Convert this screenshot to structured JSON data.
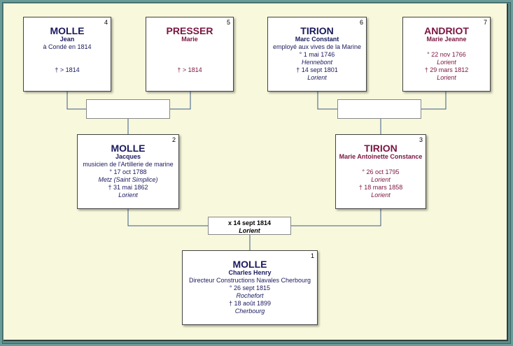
{
  "persons": {
    "p4": {
      "num": "4",
      "surname": "MOLLE",
      "given": "Jean",
      "l1": "à Condé en 1814",
      "death": "† > 1814"
    },
    "p5": {
      "num": "5",
      "surname": "PRESSER",
      "given": "Marie",
      "death": "† > 1814"
    },
    "p6": {
      "num": "6",
      "surname": "TIRION",
      "given": "Marc Constant",
      "occupation": "employé aux vives de la Marine",
      "birth": "° 1 mai 1746",
      "birth_place": "Hennebont",
      "death": "† 14 sept 1801",
      "death_place": "Lorient"
    },
    "p7": {
      "num": "7",
      "surname": "ANDRIOT",
      "given": "Marie Jeanne",
      "birth": "° 22 nov 1766",
      "birth_place": "Lorient",
      "death": "† 29 mars 1812",
      "death_place": "Lorient"
    },
    "p2": {
      "num": "2",
      "surname": "MOLLE",
      "given": "Jacques",
      "occupation": "musicien de l'Artillerie de marine",
      "birth": "° 17 oct 1788",
      "birth_place": "Metz (Saint Simplice)",
      "death": "† 31 mai 1862",
      "death_place": "Lorient"
    },
    "p3": {
      "num": "3",
      "surname": "TIRION",
      "given": "Marie Antoinette Constance",
      "birth": "° 26 oct 1795",
      "birth_place": "Lorient",
      "death": "† 18 mars 1858",
      "death_place": "Lorient"
    },
    "p1": {
      "num": "1",
      "surname": "MOLLE",
      "given": "Charles Henry",
      "occupation": "Directeur Constructions Navales Cherbourg",
      "birth": "° 26 sept 1815",
      "birth_place": "Rochefort",
      "death": "† 18 août 1899",
      "death_place": "Cherbourg"
    }
  },
  "marriage": {
    "date": "x 14 sept 1814",
    "place": "Lorient"
  },
  "colors": {
    "male": "#1a1a5e",
    "female": "#7a1540",
    "background": "#f8f8dc",
    "frame": "#5a8c8a"
  }
}
